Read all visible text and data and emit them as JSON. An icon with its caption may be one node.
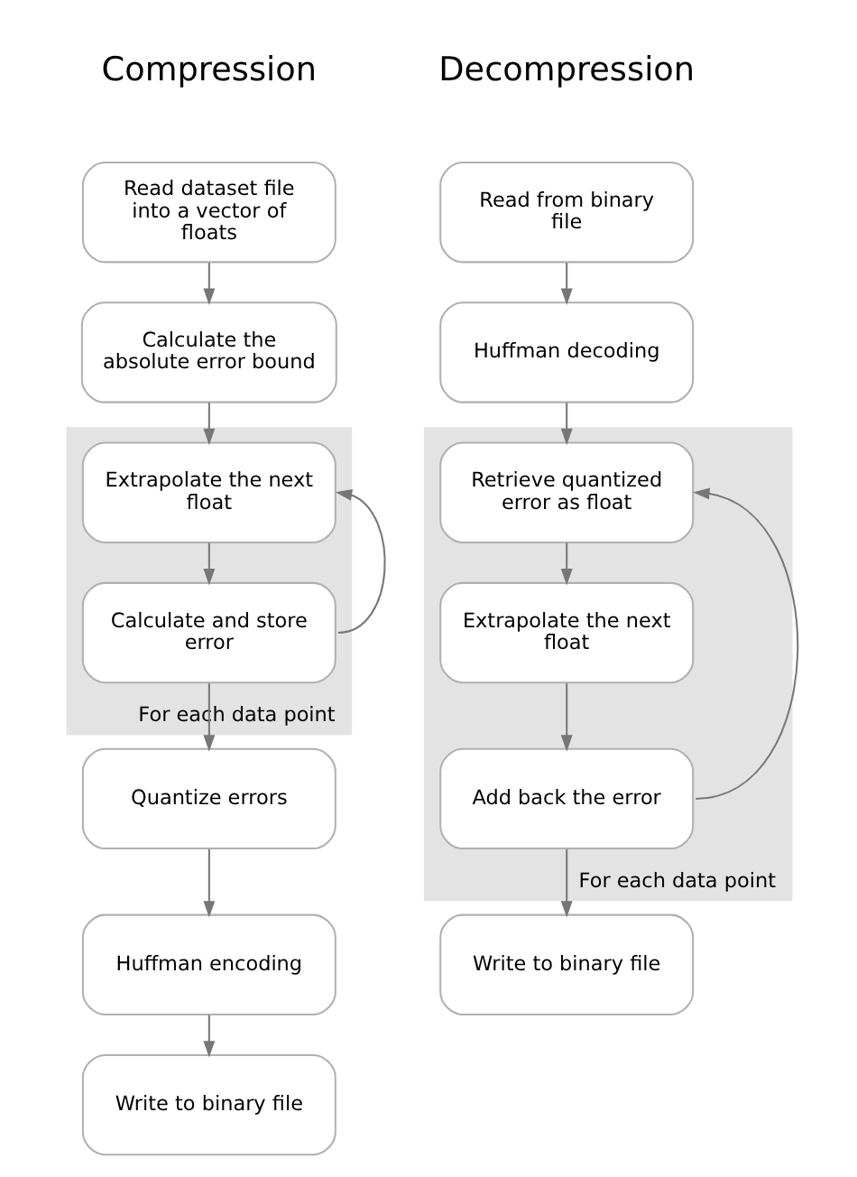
{
  "diagram": {
    "nodes": [
      {
        "text": [
          "Read dataset file into a vector of floats"
        ]
      },
      {
        "text": [
          "Calculate the absolute error bound"
        ]
      },
      {
        "text": [
          "For each data point"
        ]
      },
      {
        "text": [
          "Extrapolate the next float"
        ],
        "in": 2
      },
      {
        "text": [
          "Calculate and store error"
        ],
        "in": 2
      },
      {
        "text": [
          "Quantize errors"
        ]
      },
      {
        "text": [
          "Huffman encoding"
        ]
      },
      {
        "text": [
          "Write to binary file"
        ]
      },
      {
        "text": [
          "Read from binary file"
        ]
      },
      {
        "text": [
          "Huffman decoding"
        ]
      },
      {
        "text": [
          "For each data point"
        ]
      },
      {
        "text": [
          "Retrieve quantized error as float"
        ],
        "in": 10
      },
      {
        "text": [
          "Extrapolate the next float"
        ],
        "in": 10
      },
      {
        "text": [
          "Add back the error"
        ],
        "in": 10
      },
      {
        "text": [
          "Write to binary file"
        ]
      }
    ],
    "edges": [
      {
        "from": 0,
        "to": 1,
        "arrow": "to"
      },
      {
        "from": 1,
        "to": 3,
        "arrow": "to"
      },
      {
        "from": 3,
        "to": 4,
        "arrow": "to"
      },
      {
        "from": 4,
        "to": 3,
        "arrow": "to"
      },
      {
        "from": 4,
        "to": 5,
        "arrow": "to"
      },
      {
        "from": 5,
        "to": 6,
        "arrow": "to"
      },
      {
        "from": 6,
        "to": 7,
        "arrow": "to"
      },
      {
        "from": 8,
        "to": 9,
        "arrow": "to"
      },
      {
        "from": 9,
        "to": 11,
        "arrow": "to"
      },
      {
        "from": 11,
        "to": 12,
        "arrow": "to"
      },
      {
        "from": 12,
        "to": 13,
        "arrow": "to"
      },
      {
        "from": 13,
        "to": 11,
        "arrow": "to"
      },
      {
        "from": 13,
        "to": 14,
        "arrow": "to"
      }
    ],
    "labels": [
      "Compression",
      "Decompression"
    ]
  }
}
